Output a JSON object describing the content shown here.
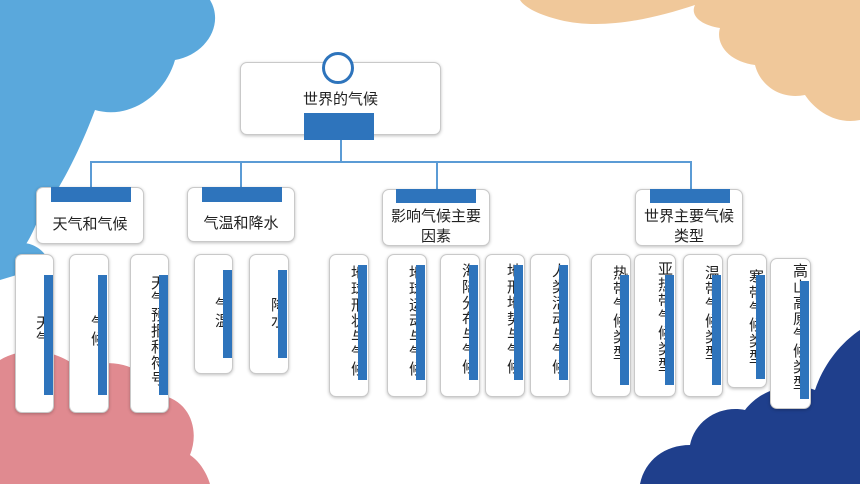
{
  "root": {
    "label": "世界的气候"
  },
  "branches": [
    {
      "label": "天气和气候",
      "leaves": [
        "天气",
        "气候",
        "天气预报和符号"
      ]
    },
    {
      "label": "气温和降水",
      "leaves": [
        "气温",
        "降水"
      ]
    },
    {
      "label": "影响气候主要因素",
      "leaves": [
        "地球形状与气候",
        "地球运动与气候",
        "海陆分布与气候",
        "地形地势与气候",
        "人类活动与气候"
      ]
    },
    {
      "label": "世界主要气候类型",
      "leaves": [
        "热带气候类型",
        "亚热带气候类型",
        "温带气候类型",
        "寒带气候类型",
        "高山高原气候类型"
      ]
    }
  ],
  "colors": {
    "accent": "#2e74bc",
    "connector": "#5b9bd5",
    "cloud_blue": "#5aa8dc",
    "cloud_peach": "#f0c89a",
    "cloud_pink": "#e08a90",
    "cloud_navy": "#1f3f8c"
  }
}
